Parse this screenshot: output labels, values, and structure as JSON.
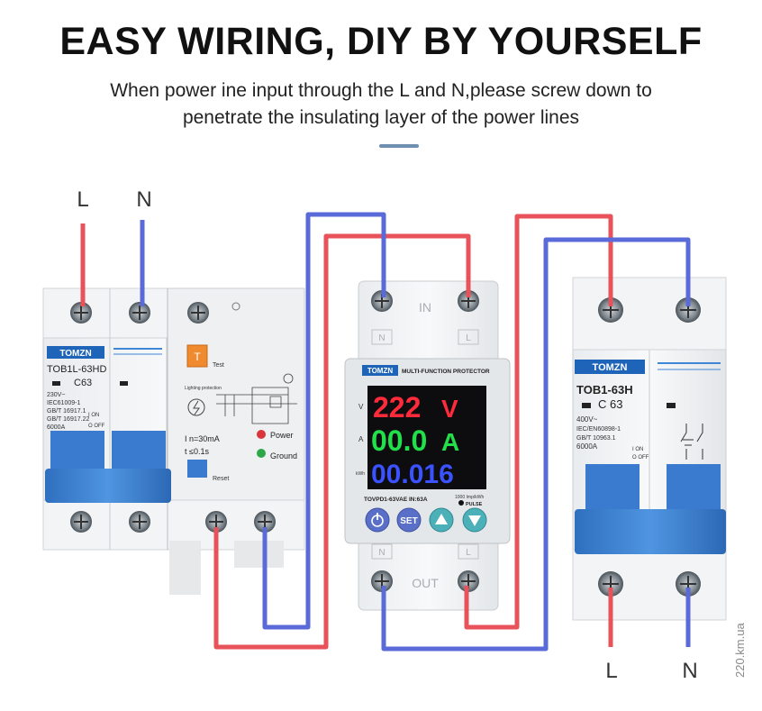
{
  "header": {
    "title": "EASY WIRING, DIY BY YOURSELF",
    "subtitle": "When power ine input through the L and N,please screw down to penetrate the insulating layer of the power lines"
  },
  "colors": {
    "live_wire": "#e8525a",
    "neutral_wire": "#5a6ad8",
    "breaker_blue": "#3f86d4",
    "brand_blue": "#1e64b8"
  },
  "input_labels": {
    "live": "L",
    "neutral": "N"
  },
  "output_labels": {
    "live": "L",
    "neutral": "N"
  },
  "left_breaker": {
    "brand": "TOMZN",
    "model": "TOB1L-63HD",
    "rating": "C63",
    "specs": [
      "230V~",
      "IEC61009-1",
      "GB/T 16917.1",
      "GB/T 16917.22",
      "6000A"
    ],
    "on_off": [
      "I ON",
      "O OFF"
    ],
    "test_label": "Test",
    "lightning_label": "Lighting protection",
    "current_line": "I  n=30mA",
    "time_line": "t  ≤0.1s",
    "power_label": "Power",
    "ground_label": "Ground",
    "reset_label": "Reset"
  },
  "protector": {
    "brand": "TOMZN",
    "title": "MULTI-FUNCTION PROTECTOR",
    "in_label": "IN",
    "out_label": "OUT",
    "terminal_n": "N",
    "terminal_l": "L",
    "display": {
      "voltage": "222",
      "voltage_unit": "V",
      "current": "00.0",
      "current_unit": "A",
      "energy": "00.016"
    },
    "side_letters": [
      "V",
      "A",
      "kWh"
    ],
    "model_line": "TOVPD1-63VAE IN:63A",
    "pulse_line": "1000 Imp/kWh",
    "pulse_label": "PULSE",
    "buttons": [
      "power",
      "SET",
      "up",
      "down"
    ]
  },
  "right_breaker": {
    "brand": "TOMZN",
    "model": "TOB1-63H",
    "rating": "C 63",
    "specs": [
      "400V~",
      "IEC/EN60898-1",
      "GB/T 10963.1",
      "6000A"
    ],
    "on_off": [
      "I ON",
      "O OFF"
    ]
  },
  "watermark": "220.km.ua"
}
